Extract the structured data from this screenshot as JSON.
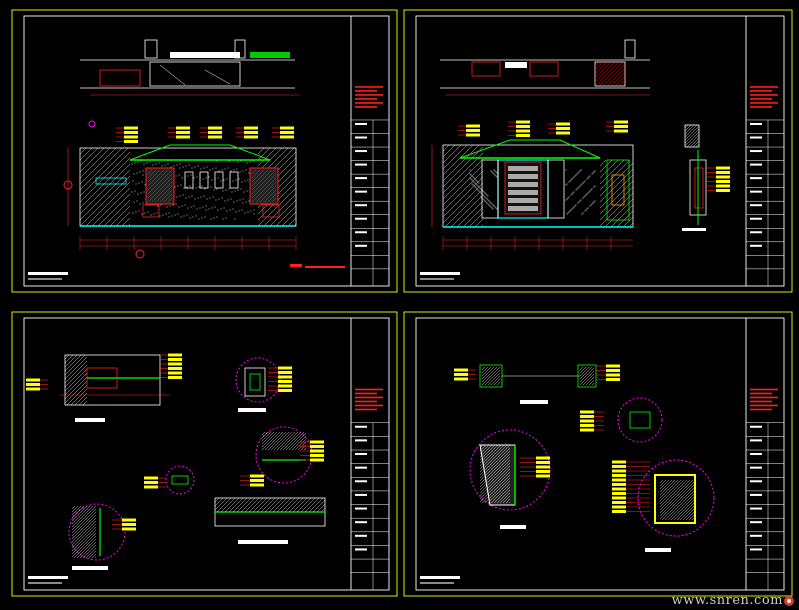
{
  "watermark": {
    "text": "www.snren.com"
  },
  "colors": {
    "background": "#000000",
    "frame": "#ffff00",
    "line_white": "#ffffff",
    "dim_red": "#ff2020",
    "accent_green": "#00ff00",
    "accent_cyan": "#00ffff",
    "accent_magenta": "#ff00ff",
    "label_yellow": "#ffff00"
  },
  "sheets": [
    {
      "id": "sheet-1",
      "content": "elevation-with-carved-panels"
    },
    {
      "id": "sheet-2",
      "content": "elevation-with-cabinet-and-section"
    },
    {
      "id": "sheet-3",
      "content": "construction-details"
    },
    {
      "id": "sheet-4",
      "content": "construction-details-circles"
    }
  ]
}
